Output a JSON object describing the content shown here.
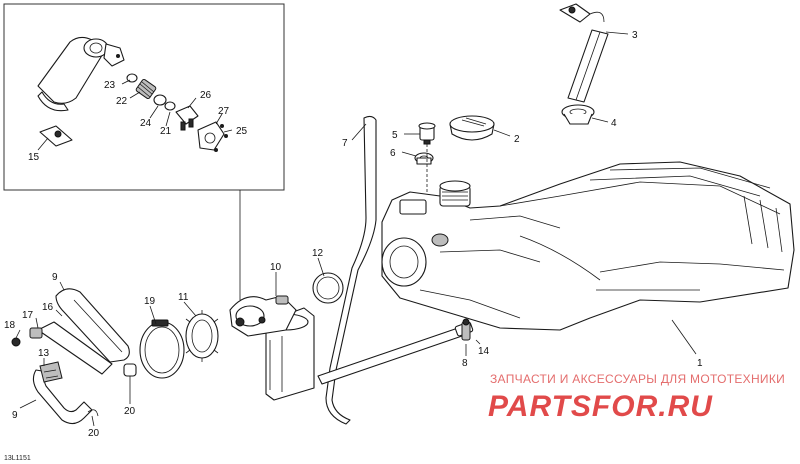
{
  "diagram_ref": "13L1151",
  "callouts": [
    "1",
    "2",
    "3",
    "4",
    "5",
    "6",
    "7",
    "8",
    "9",
    "9",
    "10",
    "11",
    "12",
    "13",
    "14",
    "15",
    "16",
    "17",
    "18",
    "19",
    "20",
    "20",
    "21",
    "22",
    "23",
    "24",
    "25",
    "26",
    "27"
  ],
  "watermark": {
    "tagline": "ЗАПЧАСТИ И АКСЕССУАРЫ ДЛЯ МОТОТЕХНИКИ",
    "logo": "PARTSFOR.RU"
  }
}
